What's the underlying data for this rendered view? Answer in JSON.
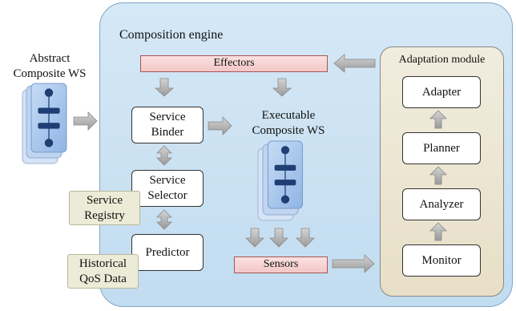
{
  "engine": {
    "title": "Composition engine"
  },
  "effectors": "Effectors",
  "sensors": "Sensors",
  "boxes": {
    "binder": [
      "Service",
      "Binder"
    ],
    "selector": [
      "Service",
      "Selector"
    ],
    "predictor": "Predictor"
  },
  "stores": {
    "registry": [
      "Service",
      "Registry"
    ],
    "history": [
      "Historical",
      "QoS Data"
    ]
  },
  "abstract_ws": [
    "Abstract",
    "Composite WS"
  ],
  "executable_ws": [
    "Executable",
    "Composite WS"
  ],
  "adaptation": {
    "title": "Adaptation module",
    "adapter": "Adapter",
    "planner": "Planner",
    "analyzer": "Analyzer",
    "monitor": "Monitor"
  },
  "colors": {
    "engine_bg": "#c9e1f3",
    "bar_fill": "#f5cdcd",
    "store_fill": "#ecebd7",
    "module_fill": "#ebe3cc",
    "arrow": "#a8a8a8",
    "ws_card": "#a9c8ef",
    "ws_node": "#1f3e73"
  }
}
